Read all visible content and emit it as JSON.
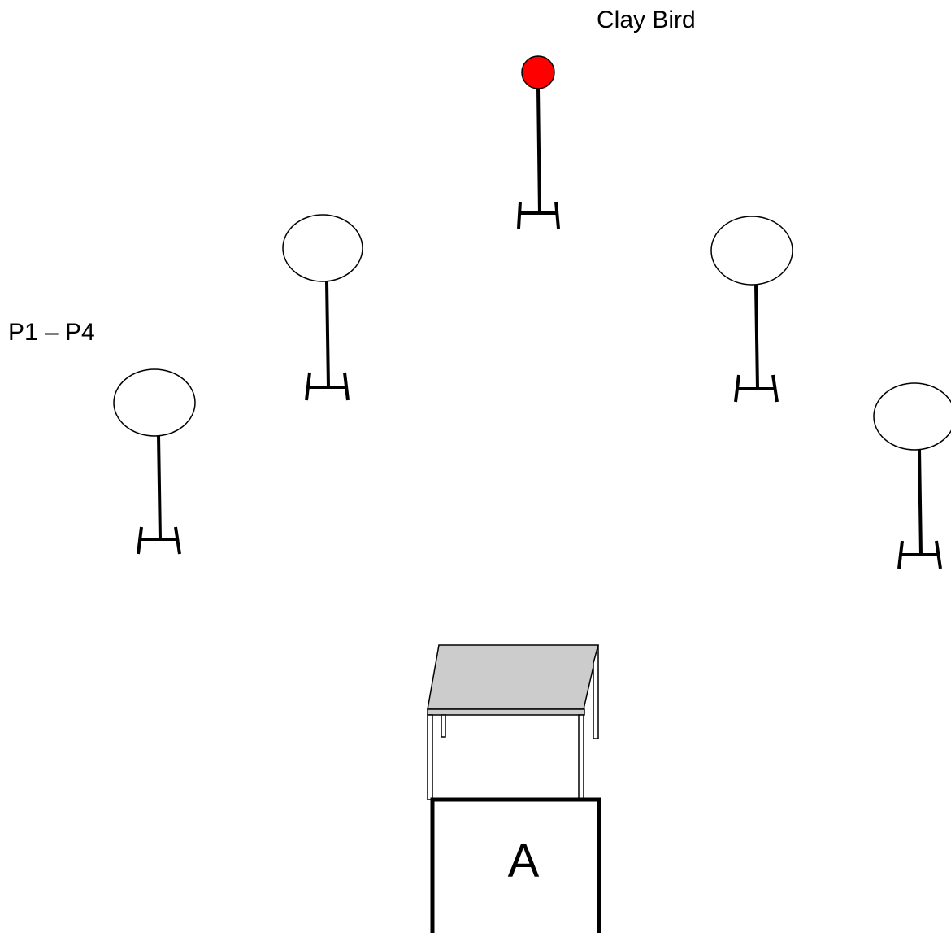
{
  "labels": {
    "clay_bird": "Clay Bird",
    "players": "P1 – P4",
    "station": "A"
  },
  "colors": {
    "clay_bird_fill": "#ff0000",
    "table_top": "#cccccc",
    "line": "#000000",
    "target_fill": "#ffffff"
  },
  "diagram": {
    "clay_bird_count": 1,
    "target_stands": [
      "target-1",
      "target-2",
      "target-3",
      "target-4"
    ]
  }
}
